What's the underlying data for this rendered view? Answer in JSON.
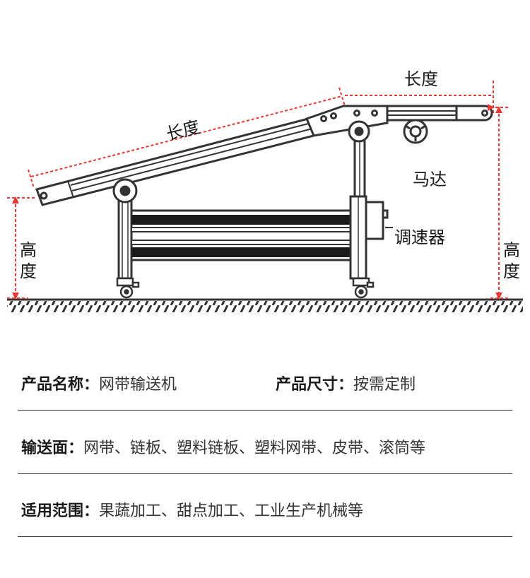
{
  "diagram": {
    "labels": {
      "length_incline": "长度",
      "length_top": "长度",
      "motor": "马达",
      "speed_controller": "调速器",
      "height_left_1": "高",
      "height_left_2": "度",
      "height_right_1": "高",
      "height_right_2": "度"
    },
    "colors": {
      "dimension": "#e53935",
      "frame": "#333333",
      "belt_dark": "#1a1a1a"
    }
  },
  "specs": [
    {
      "key": "产品名称：",
      "value": "网带输送机",
      "key2": "产品尺寸：",
      "value2": "按需定制"
    },
    {
      "key": "输送面：",
      "value": "网带、链板、塑料链板、塑料网带、皮带、滚筒等"
    },
    {
      "key": "适用范围：",
      "value": "果蔬加工、甜点加工、工业生产机械等"
    }
  ]
}
